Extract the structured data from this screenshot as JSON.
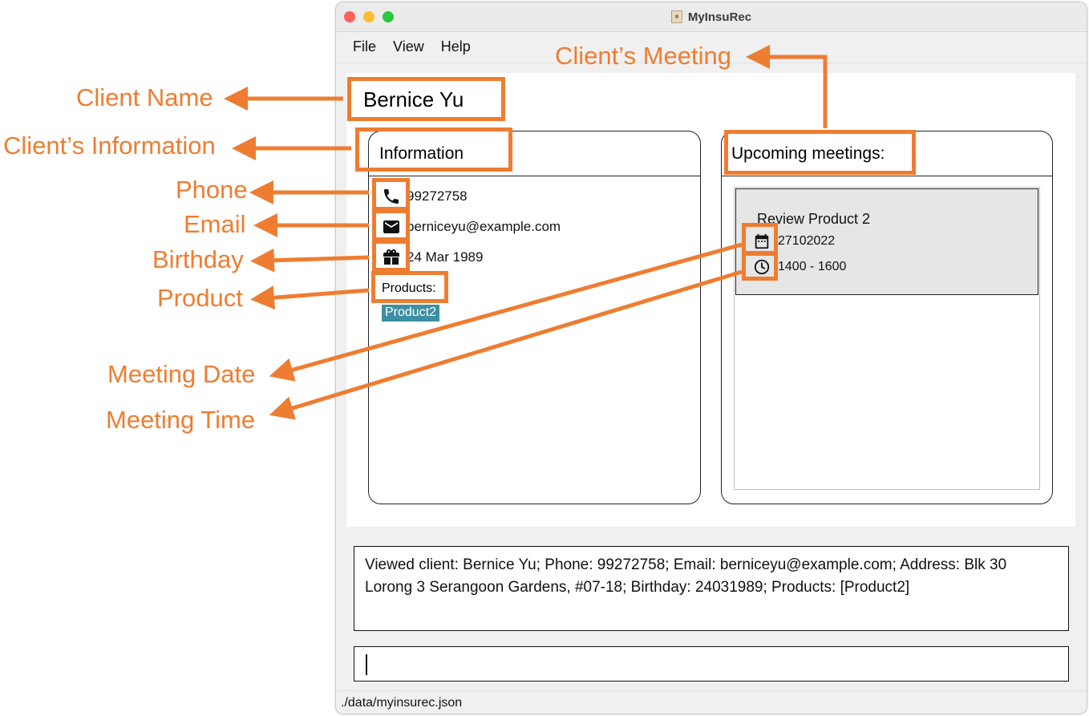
{
  "window": {
    "title": "MyInsuRec"
  },
  "menu": {
    "file": "File",
    "view": "View",
    "help": "Help"
  },
  "client": {
    "name": "Bernice Yu",
    "info_title": "Information",
    "phone": "99272758",
    "email": "berniceyu@example.com",
    "birthday": "24 Mar 1989",
    "products_label": "Products:",
    "products": [
      "Product2"
    ]
  },
  "meetings": {
    "title": "Upcoming meetings:",
    "items": [
      {
        "description": "Review Product 2",
        "date": "27102022",
        "time": "1400 - 1600"
      }
    ]
  },
  "result": {
    "text": "Viewed client: Bernice Yu; Phone: 99272758; Email: berniceyu@example.com; Address: Blk 30 Lorong 3 Serangoon Gardens, #07-18; Birthday: 24031989; Products: [Product2]"
  },
  "command": {
    "value": ""
  },
  "status": {
    "path": "./data/myinsurec.json"
  },
  "annotations": {
    "client_name": "Client Name",
    "client_information": "Client’s Information",
    "phone": "Phone",
    "email": "Email",
    "birthday": "Birthday",
    "product": "Product",
    "meeting_date": "Meeting Date",
    "meeting_time": "Meeting Time",
    "client_meeting": "Client’s Meeting",
    "color": "#ee7d31"
  },
  "icons": [
    "phone-icon",
    "email-icon",
    "gift-icon",
    "calendar-icon",
    "clock-icon"
  ]
}
